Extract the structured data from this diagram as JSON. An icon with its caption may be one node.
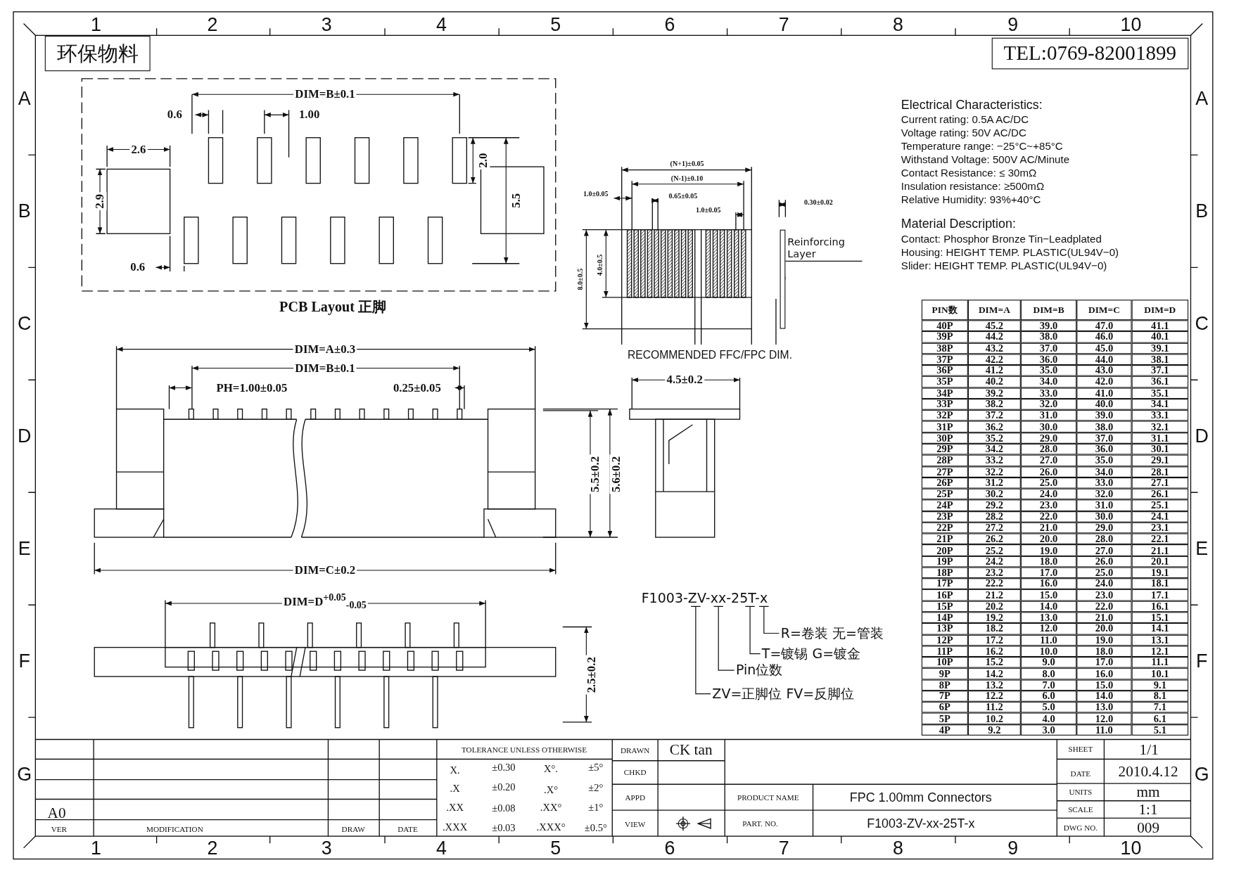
{
  "diagram": {
    "nodes": [
      {
        "text": [
          "F1003-ZV-xx-25T-x"
        ]
      },
      {
        "text": [
          "R=卷装 无=管装"
        ]
      },
      {
        "text": [
          "T=镀锡 G=镀金"
        ]
      },
      {
        "text": [
          "Pin位数"
        ]
      },
      {
        "text": [
          "ZV=正脚位 FV=反脚位"
        ]
      },
      {
        "text": [
          "Reinforcing Layer"
        ]
      },
      {
        "text": [],
        "shape": "bar"
      }
    ],
    "edges": [
      {
        "from": 1,
        "to": 0,
        "arrow": "none"
      },
      {
        "from": 2,
        "to": 0,
        "arrow": "none"
      },
      {
        "from": 3,
        "to": 0,
        "arrow": "none"
      },
      {
        "from": 4,
        "to": 0,
        "arrow": "none"
      },
      {
        "from": 5,
        "to": 6,
        "arrow": "none"
      }
    ],
    "labels": [
      "1",
      "2",
      "3",
      "4",
      "5",
      "6",
      "7",
      "8",
      "9",
      "10",
      "环保物料",
      "TEL:0769-82001899",
      "A",
      "B",
      "C",
      "D",
      "E",
      "F",
      "G",
      "A",
      "B",
      "C",
      "D",
      "E",
      "F",
      "G",
      "DIM=B±0.1",
      "0.6",
      "1.00",
      "2.0",
      "2.6",
      "2.9",
      "5.5",
      "0.6",
      "PCB Layout 正脚",
      "(N+1)±0.05",
      "(N-1)±0.10",
      "1.0±0.05",
      "0.65±0.05",
      "1.0±0.05",
      "0.30±0.02",
      "8.0±0.5",
      "4.0±0.5",
      "RECOMMENDED FFC/FPC DIM.",
      "Electrical Characteristics:",
      "Current rating: 0.5A AC/DC",
      "Voltage rating: 50V AC/DC",
      "Temperature range: −25°C~+85°C",
      "Withstand Voltage: 500V AC/Minute",
      "Contact Resistance: ≤ 30mΩ",
      "Insulation resistance: ≥500mΩ",
      "Relative Humidity: 93%+40°C",
      "Material Description:",
      "Contact: Phosphor Bronze Tin−Leadplated",
      "Housing: HEIGHT TEMP. PLASTIC(UL94V−0)",
      "Slider: HEIGHT TEMP. PLASTIC(UL94V−0)",
      "DIM=A±0.3",
      "DIM=B±0.1",
      "PH=1.00±0.05",
      "0.25±0.05",
      "5.5±0.2",
      "5.6±0.2",
      "4.5±0.2",
      "DIM=C±0.2",
      "DIM=D$^{+0.05}$$_{-0.05}$",
      "2.5±0.2",
      "PIN数",
      "DIM=A",
      "DIM=B",
      "DIM=C",
      "DIM=D",
      "40P",
      "45.2",
      "39.0",
      "47.0",
      "41.1",
      "39P",
      "44.2",
      "38.0",
      "46.0",
      "40.1",
      "38P",
      "43.2",
      "37.0",
      "45.0",
      "39.1",
      "37P",
      "42.2",
      "36.0",
      "44.0",
      "38.1",
      "36P",
      "41.2",
      "35.0",
      "43.0",
      "37.1",
      "35P",
      "40.2",
      "34.0",
      "42.0",
      "36.1",
      "34P",
      "39.2",
      "33.0",
      "41.0",
      "35.1",
      "33P",
      "38.2",
      "32.0",
      "40.0",
      "34.1",
      "32P",
      "37.2",
      "31.0",
      "39.0",
      "33.1",
      "31P",
      "36.2",
      "30.0",
      "38.0",
      "32.1",
      "30P",
      "35.2",
      "29.0",
      "37.0",
      "31.1",
      "29P",
      "34.2",
      "28.0",
      "36.0",
      "30.1",
      "28P",
      "33.2",
      "27.0",
      "35.0",
      "29.1",
      "27P",
      "32.2",
      "26.0",
      "34.0",
      "28.1",
      "26P",
      "31.2",
      "25.0",
      "33.0",
      "27.1",
      "25P",
      "30.2",
      "24.0",
      "32.0",
      "26.1",
      "24P",
      "29.2",
      "23.0",
      "31.0",
      "25.1",
      "23P",
      "28.2",
      "22.0",
      "30.0",
      "24.1",
      "22P",
      "27.2",
      "21.0",
      "29.0",
      "23.1",
      "21P",
      "26.2",
      "20.0",
      "28.0",
      "22.1",
      "20P",
      "25.2",
      "19.0",
      "27.0",
      "21.1",
      "19P",
      "24.2",
      "18.0",
      "26.0",
      "20.1",
      "18P",
      "23.2",
      "17.0",
      "25.0",
      "19.1",
      "17P",
      "22.2",
      "16.0",
      "24.0",
      "18.1",
      "16P",
      "21.2",
      "15.0",
      "23.0",
      "17.1",
      "15P",
      "20.2",
      "14.0",
      "22.0",
      "16.1",
      "14P",
      "19.2",
      "13.0",
      "21.0",
      "15.1",
      "13P",
      "18.2",
      "12.0",
      "20.0",
      "14.1",
      "12P",
      "17.2",
      "11.0",
      "19.0",
      "13.1",
      "11P",
      "16.2",
      "10.0",
      "18.0",
      "12.1",
      "10P",
      "15.2",
      "9.0",
      "17.0",
      "11.1",
      "9P",
      "14.2",
      "8.0",
      "16.0",
      "10.1",
      "8P",
      "13.2",
      "7.0",
      "15.0",
      "9.1",
      "7P",
      "12.2",
      "6.0",
      "14.0",
      "8.1",
      "6P",
      "11.2",
      "5.0",
      "13.0",
      "7.1",
      "5P",
      "10.2",
      "4.0",
      "12.0",
      "6.1",
      "4P",
      "9.2",
      "3.0",
      "11.0",
      "5.1",
      "TOLERANCE UNLESS OTHERWISE",
      "DRAWN",
      "CK tan",
      "SHEET",
      "1/1",
      "X.",
      "±0.30",
      "X°.",
      "±5°",
      "CHKD",
      "DATE",
      "2010.4.12",
      ".X",
      "±0.20",
      ".X°",
      "±2°",
      "APPD",
      "PRODUCT NAME",
      "FPC 1.00mm Connectors",
      "UNITS",
      "mm",
      "A0",
      ".XX",
      "±0.08",
      ".XX°",
      "±1°",
      "SCALE",
      "1:1",
      "VER",
      "MODIFICATION",
      "DRAW",
      "DATE",
      ".XXX",
      "±0.03",
      ".XXX°",
      "±0.5°",
      "VIEW",
      "PART. NO.",
      "F1003-ZV-xx-25T-x",
      "DWG NO.",
      "009",
      "1",
      "2",
      "3",
      "4",
      "5",
      "6",
      "7",
      "8",
      "9",
      "10"
    ]
  }
}
